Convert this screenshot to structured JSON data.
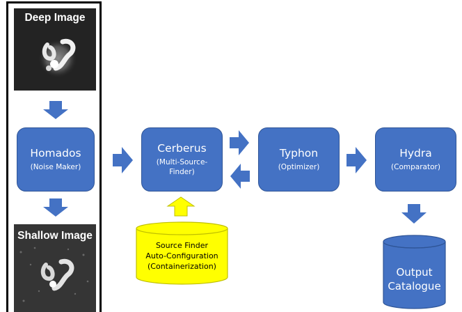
{
  "images": {
    "deep_label": "Deep Image",
    "shallow_label": "Shallow Image"
  },
  "boxes": {
    "homados": {
      "title": "Homados",
      "sub": "(Noise Maker)"
    },
    "cerberus": {
      "title": "Cerberus",
      "sub": "(Multi-Source-\nFinder)"
    },
    "typhon": {
      "title": "Typhon",
      "sub": "(Optimizer)"
    },
    "hydra": {
      "title": "Hydra",
      "sub": "(Comparator)"
    }
  },
  "source_finder": {
    "line1": "Source Finder",
    "line2": "Auto-Configuration",
    "line3": "(Containerization)"
  },
  "output": {
    "line1": "Output",
    "line2": "Catalogue"
  },
  "colors": {
    "box_fill": "#4472C4",
    "box_border": "#2F5597",
    "arrow_fill": "#4472C4",
    "yellow_fill": "#FFFF00",
    "yellow_border": "#BFBF00",
    "image_bg": "#232323"
  }
}
